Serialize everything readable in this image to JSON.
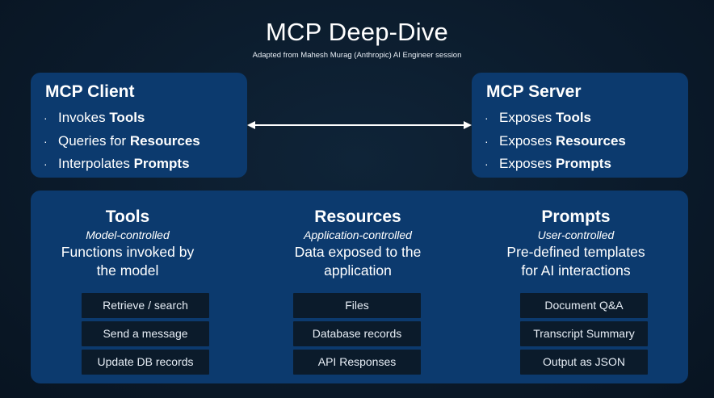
{
  "header": {
    "title": "MCP Deep-Dive",
    "subtitle": "Adapted from Mahesh Murag (Anthropic) AI Engineer session"
  },
  "client": {
    "title": "MCP Client",
    "bullets": [
      {
        "prefix": "Invokes ",
        "bold": "Tools"
      },
      {
        "prefix": "Queries for ",
        "bold": "Resources"
      },
      {
        "prefix": "Interpolates ",
        "bold": "Prompts"
      }
    ]
  },
  "server": {
    "title": "MCP Server",
    "bullets": [
      {
        "prefix": "Exposes ",
        "bold": "Tools"
      },
      {
        "prefix": "Exposes ",
        "bold": "Resources"
      },
      {
        "prefix": "Exposes ",
        "bold": "Prompts"
      }
    ]
  },
  "columns": [
    {
      "title": "Tools",
      "control": "Model-controlled",
      "desc_line1": "Functions invoked by",
      "desc_line2": "the model",
      "items": [
        "Retrieve / search",
        "Send a message",
        "Update DB records"
      ]
    },
    {
      "title": "Resources",
      "control": "Application-controlled",
      "desc_line1": "Data exposed to the",
      "desc_line2": "application",
      "items": [
        "Files",
        "Database records",
        "API Responses"
      ]
    },
    {
      "title": "Prompts",
      "control": "User-controlled",
      "desc_line1": "Pre-defined templates",
      "desc_line2": "for AI interactions",
      "items": [
        "Document Q&A",
        "Transcript Summary",
        "Output as JSON"
      ]
    }
  ],
  "colors": {
    "background": "#0b1a2a",
    "box": "#0c3a6e",
    "pill": "#0b1b2b",
    "text": "#ffffff"
  }
}
